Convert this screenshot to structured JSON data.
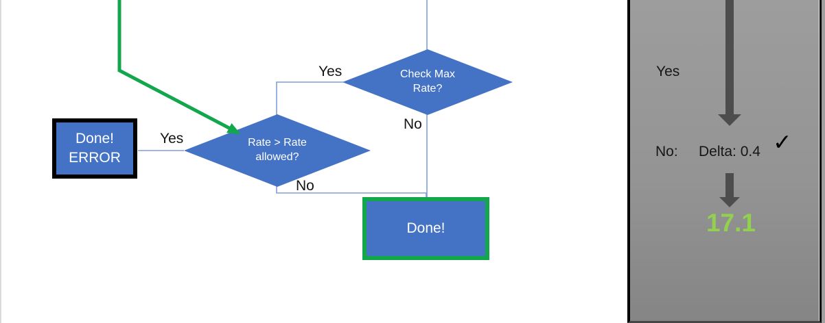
{
  "colors": {
    "shape_blue": "#4472C4",
    "flow_green": "#12A64D",
    "connector_blue": "#7F9ED7",
    "panel_arrow_gray": "#4D4D4D",
    "result_green": "#92D050"
  },
  "flowchart": {
    "decision_check_max_rate": {
      "line1": "Check Max",
      "line2": "Rate?",
      "yes_label": "Yes",
      "no_label": "No"
    },
    "decision_rate_allowed": {
      "line1": "Rate > Rate",
      "line2": "allowed?",
      "yes_label": "Yes",
      "no_label": "No"
    },
    "error_box": {
      "line1": "Done!",
      "line2": "ERROR"
    },
    "done_box": {
      "label": "Done!"
    }
  },
  "side_panel": {
    "yes_label": "Yes",
    "no_label": "No:",
    "delta_text": "Delta: 0.4",
    "check_icon": "✓",
    "result_value": "17.1"
  }
}
